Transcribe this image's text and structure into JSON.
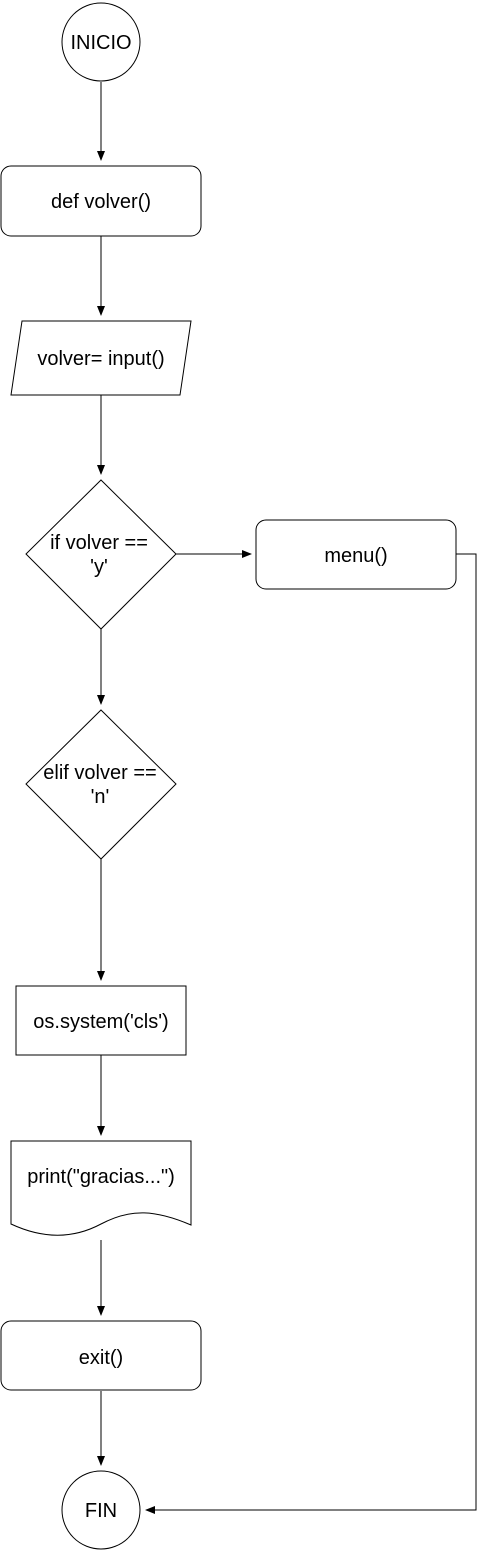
{
  "diagram": {
    "nodes": {
      "start": {
        "label": "INICIO",
        "shape": "circle"
      },
      "def_volver": {
        "label": "def volver()",
        "shape": "rounded-rect"
      },
      "input": {
        "label": "volver= input()",
        "shape": "parallelogram"
      },
      "if_y": {
        "line1": "if volver ==",
        "line2": "'y'",
        "shape": "diamond"
      },
      "menu": {
        "label": "menu()",
        "shape": "rounded-rect"
      },
      "elif_n": {
        "line1": "elif volver ==",
        "line2": "'n'",
        "shape": "diamond"
      },
      "os_system": {
        "label": "os.system('cls')",
        "shape": "rect"
      },
      "print": {
        "label": "print(\"gracias...\")",
        "shape": "document"
      },
      "exit": {
        "label": "exit()",
        "shape": "rounded-rect"
      },
      "end": {
        "label": "FIN",
        "shape": "circle"
      }
    },
    "colors": {
      "stroke": "#000000",
      "fill": "#ffffff",
      "text": "#000000"
    }
  }
}
